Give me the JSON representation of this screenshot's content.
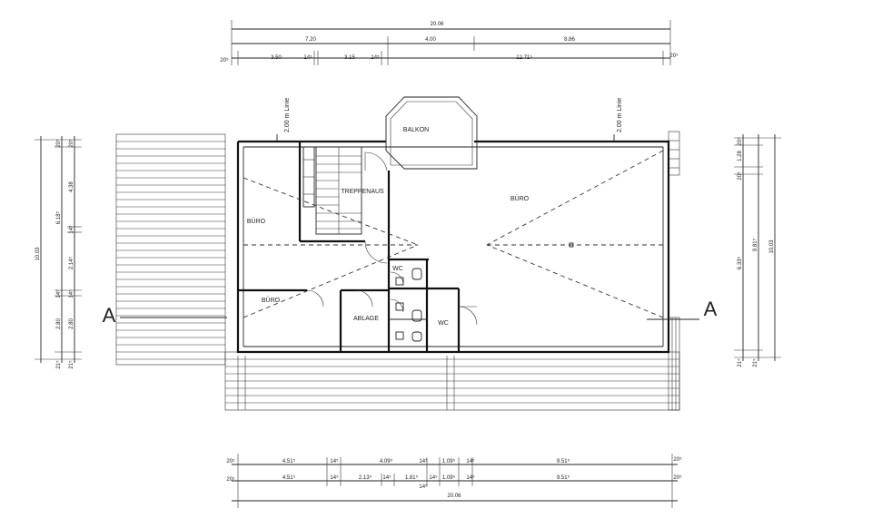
{
  "top_dims": {
    "total": "20.06",
    "row2": [
      "7.20",
      "4.00",
      "8.86"
    ],
    "row3": [
      "20⁵",
      "3.50",
      "14⁵",
      "3.15",
      "14⁵",
      "12.71⁵",
      "20⁵"
    ]
  },
  "bottom_dims": {
    "row1": [
      "20⁵",
      "4.51⁵",
      "14⁵",
      "4.09⁵",
      "14⁵",
      "1.09⁵",
      "14⁵",
      "9.51⁵",
      "20⁵"
    ],
    "row2": [
      "20⁵",
      "4.51⁵",
      "14⁵",
      "2.13⁵",
      "14⁵",
      "1.81⁵",
      "14⁵",
      "1.09⁵",
      "14⁵",
      "9.51⁵",
      "20⁵"
    ],
    "row2_sub": "14⁵",
    "total": "20.06"
  },
  "left_dims": {
    "outer": [
      "20⁵",
      "6.18⁵",
      "14⁵",
      "2.80",
      "21⁵"
    ],
    "inner": [
      "20⁵",
      "4.38",
      "14⁵",
      "2.14⁵",
      "14⁵",
      "2.80",
      "21⁵"
    ],
    "total": "10.03"
  },
  "right_dims": {
    "outer": [
      "20⁵",
      "1.28",
      "20⁵",
      "6.33⁵",
      "21⁵"
    ],
    "inner": [
      "9.81⁵",
      "21⁵"
    ],
    "total": "10.03"
  },
  "annotations": {
    "line_left": "2.00 m Linie",
    "line_right": "2.00 m Linie"
  },
  "rooms": {
    "balkon": "BALKON",
    "treppenhaus": "TREPPENAUS",
    "buero_main": "BÜRO",
    "buero_left": "BÜRO",
    "buero_small": "BÜRO",
    "wc1": "WC",
    "wc2": "WC",
    "ablage": "ABLAGE"
  },
  "section_marks": {
    "left": "A",
    "right": "A"
  }
}
